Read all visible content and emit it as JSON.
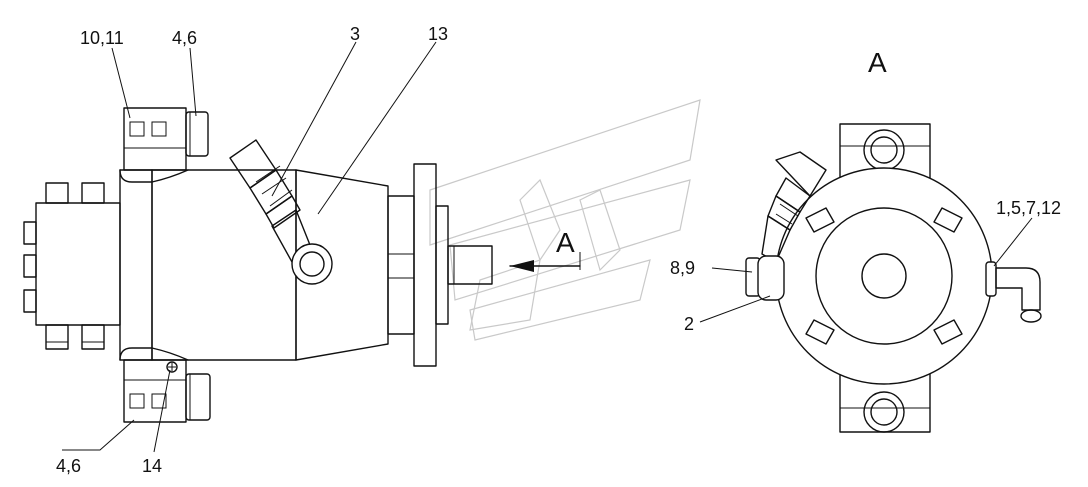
{
  "callouts": {
    "p10_11": "10,11",
    "p4_6_top": "4,6",
    "p3": "3",
    "p13": "13",
    "p4_6_bottom": "4,6",
    "p14": "14",
    "p8_9": "8,9",
    "p2": "2",
    "p1_5_7_12": "1,5,7,12"
  },
  "view_labels": {
    "arrow_a": "A",
    "view_a": "A"
  },
  "colors": {
    "line": "#111111",
    "watermark": "#c9c9c9",
    "background": "#ffffff"
  }
}
